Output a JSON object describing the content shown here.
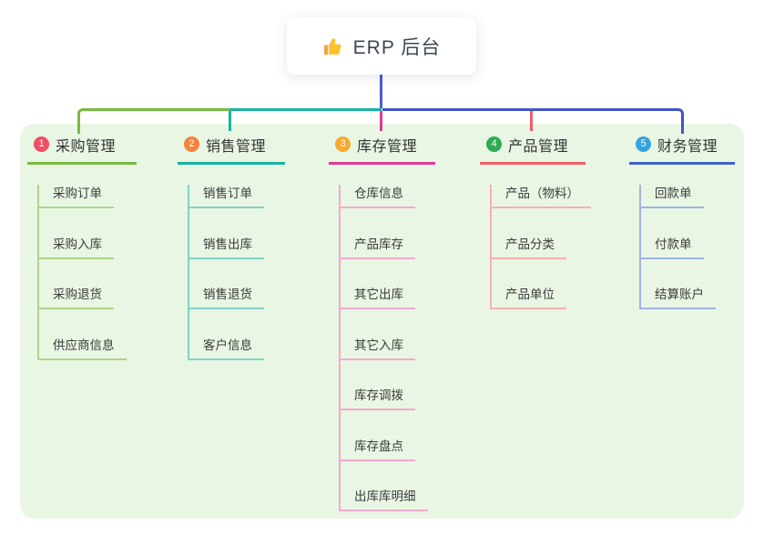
{
  "root": {
    "label": "ERP 后台",
    "icon": "thumbs-up-icon"
  },
  "canvas": {
    "page_background": "#ffffff",
    "panel_background": "#e9f6e4"
  },
  "connector_colors": {
    "root_drop": "#4b5bd0",
    "left_corner": "#76bb3f",
    "mid_segment": "#16b3a4",
    "right_corner": "#4154cb",
    "drop_sales": "#16b3a4",
    "drop_inventory": "#e23a94",
    "drop_product": "#f05c65"
  },
  "branches": [
    {
      "badge": "1",
      "label": "采购管理",
      "badge_color": "#f04e63",
      "line_color": "#76bb3f",
      "child_line_color": "#aed489",
      "children": [
        "采购订单",
        "采购入库",
        "采购退货",
        "供应商信息"
      ]
    },
    {
      "badge": "2",
      "label": "销售管理",
      "badge_color": "#f5823c",
      "line_color": "#16b3a4",
      "child_line_color": "#82d3c6",
      "children": [
        "销售订单",
        "销售出库",
        "销售退货",
        "客户信息"
      ]
    },
    {
      "badge": "3",
      "label": "库存管理",
      "badge_color": "#f7a92e",
      "line_color": "#e23a94",
      "child_line_color": "#f2a9cf",
      "children": [
        "仓库信息",
        "产品库存",
        "其它出库",
        "其它入库",
        "库存调拨",
        "库存盘点",
        "出库库明细"
      ]
    },
    {
      "badge": "4",
      "label": "产品管理",
      "badge_color": "#2cab51",
      "line_color": "#f05c65",
      "child_line_color": "#f8b0ad",
      "children": [
        "产品（物料）",
        "产品分类",
        "产品单位"
      ]
    },
    {
      "badge": "5",
      "label": "财务管理",
      "badge_color": "#35a4dc",
      "line_color": "#3f62c6",
      "child_line_color": "#9fb3e3",
      "children": [
        "回款单",
        "付款单",
        "结算账户"
      ]
    }
  ]
}
